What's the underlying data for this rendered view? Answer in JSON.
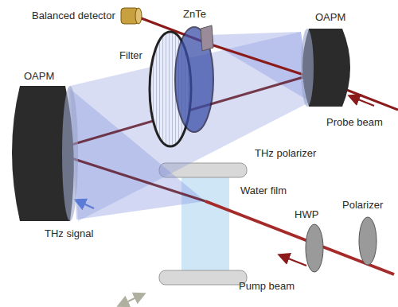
{
  "diagram": {
    "labels": [
      "Balanced detector",
      "ZnTe",
      "OAPM",
      "Filter",
      "THz polarizer",
      "Probe beam",
      "OAPM",
      "THz signal",
      "Water film",
      "HWP",
      "Polarizer",
      "Pump beam"
    ]
  }
}
